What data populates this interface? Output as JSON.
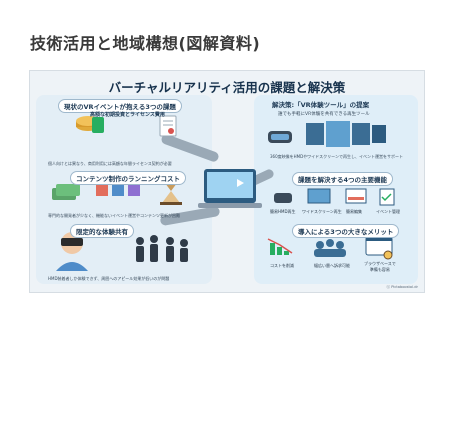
{
  "page": {
    "title": "技術活用と地域構想(図解資料)"
  },
  "infographic": {
    "title": "バーチャルリアリティ活用の課題と解決策",
    "left": {
      "heading": "現状のVRイベントが抱える3つの課題",
      "issue1": {
        "title": "高額な初期投資とライセンス費用",
        "note": "個人向けとは異なり、商用利用には高額な年間ライセンス契約が必要"
      },
      "issue2": {
        "title": "コンテンツ制作のランニングコスト",
        "note": "専門的な開発者が少なく、機能ないイベント運営やコンテンツ更新が困難"
      },
      "issue3": {
        "title": "限定的な体験共有",
        "note": "HMD装着者しか体験できず、周囲へのアピール効果が低いのが問題"
      }
    },
    "right": {
      "heading": "解決策:「VR体験ツール」の提案",
      "sub": "誰でも手軽にVR体験を共有できる再生ツール",
      "sub_note": "360度映像をHMDやワイドスクリーンで再生し、イベント運営をサポート",
      "features_title": "課題を解決する4つの主要機能",
      "features": [
        "簡易HMD再生",
        "ワイドスクリーン再生",
        "簡易編集",
        "イベント管理"
      ],
      "merits_title": "導入による3つの大きなメリット",
      "merits": [
        "コストを削減",
        "幅広い層へ訴求可能",
        "ブラウザベースで\n準備も容易"
      ]
    },
    "credit": "ⓒ Pictaboostol.dr"
  }
}
